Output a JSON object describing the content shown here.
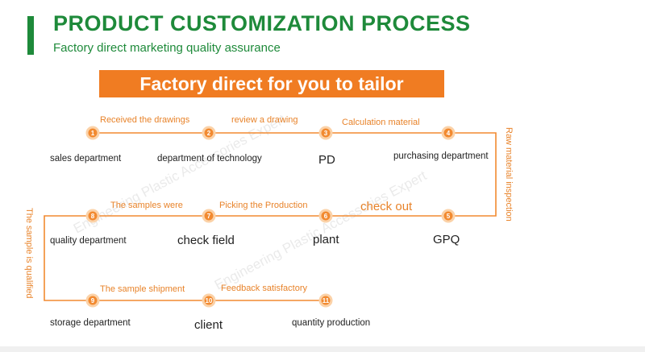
{
  "header": {
    "title": "PRODUCT CUSTOMIZATION PROCESS",
    "subtitle": "Factory direct marketing quality assurance",
    "banner": "Factory direct for you to tailor",
    "accent_green": "#1e8a3a",
    "accent_orange": "#f07c22"
  },
  "watermark": "Engineering Plastic Accessories Expert",
  "nodes": [
    {
      "num": "1",
      "dept": "sales department"
    },
    {
      "num": "2",
      "dept": "department of technology"
    },
    {
      "num": "3",
      "dept": "PD"
    },
    {
      "num": "4",
      "dept": "purchasing department"
    },
    {
      "num": "5",
      "dept": "GPQ"
    },
    {
      "num": "6",
      "dept": "plant"
    },
    {
      "num": "7",
      "dept": "check field"
    },
    {
      "num": "8",
      "dept": "quality department"
    },
    {
      "num": "9",
      "dept": "storage department"
    },
    {
      "num": "10",
      "dept": "client"
    },
    {
      "num": "11",
      "dept": "quantity production"
    }
  ],
  "steps": [
    "Received the drawings",
    "review a drawing",
    "Calculation  material",
    "check out",
    "Picking the Production",
    "The samples were",
    "The sample shipment",
    "Feedback satisfactory"
  ],
  "side_labels": {
    "right": "Raw material inspection",
    "left": "The sample is qualified"
  }
}
